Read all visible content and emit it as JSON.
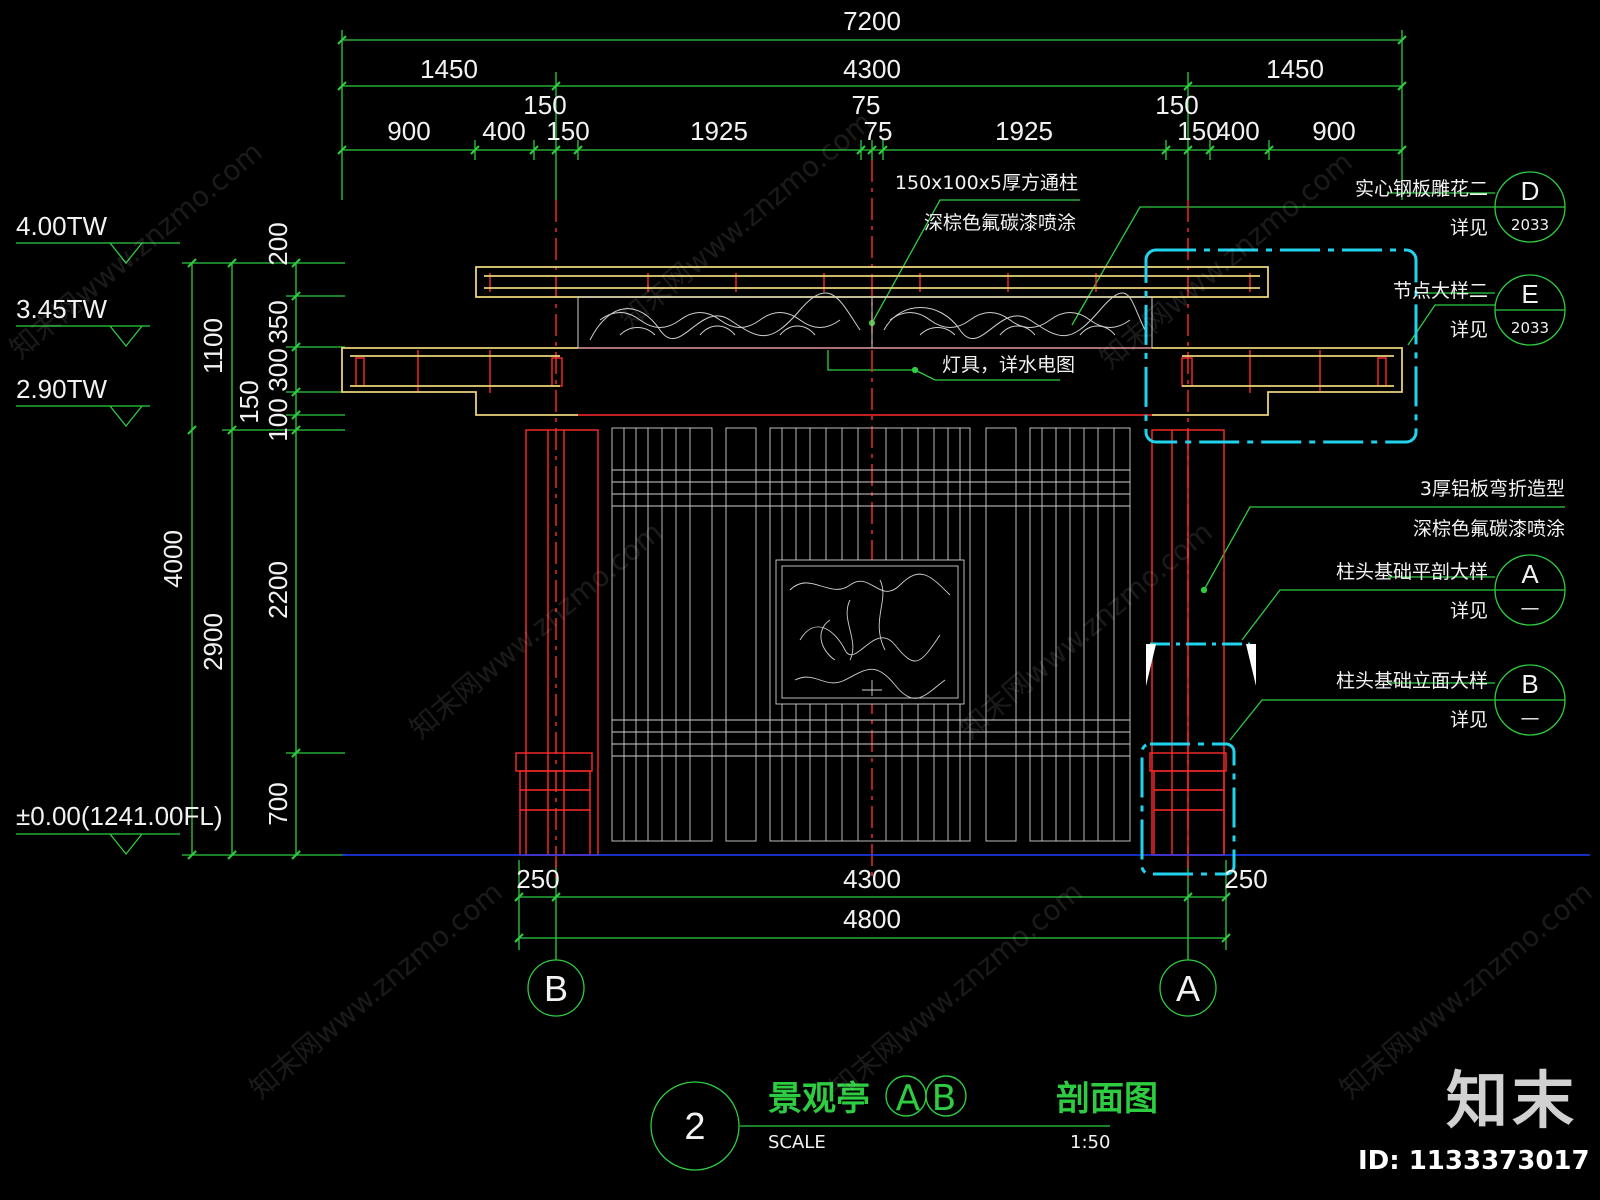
{
  "overall_width": "7200",
  "top_spans": [
    "1450",
    "4300",
    "1450"
  ],
  "detail_spans": [
    "900",
    "400",
    "150",
    "1925",
    "75",
    "1925",
    "150",
    "400",
    "900"
  ],
  "upper_small": [
    "150",
    "75",
    "150"
  ],
  "bottom_spans": [
    "250",
    "4300",
    "250"
  ],
  "bottom_total": "4800",
  "elevations": [
    "4.00TW",
    "3.45TW",
    "2.90TW",
    "±0.00(1241.00FL)"
  ],
  "left_dims_outer": [
    "1100",
    "4000",
    "2900"
  ],
  "left_dims_inner": [
    "200",
    "350",
    "300",
    "150",
    "100",
    "2200",
    "700"
  ],
  "annotations": {
    "column_spec": "150x100x5厚方通柱",
    "column_finish": "深棕色氟碳漆喷涂",
    "lamp_note": "灯具，详水电图",
    "aluminum_spec": "3厚铝板弯折造型",
    "aluminum_finish": "深棕色氟碳漆喷涂"
  },
  "callouts": [
    {
      "text": "实心钢板雕花二",
      "see": "详见",
      "letter": "D",
      "sheet": "2033"
    },
    {
      "text": "节点大样二",
      "see": "详见",
      "letter": "E",
      "sheet": "2033"
    },
    {
      "text": "柱头基础平剖大样",
      "see": "详见",
      "letter": "A",
      "sheet": "—"
    },
    {
      "text": "柱头基础立面大样",
      "see": "详见",
      "letter": "B",
      "sheet": "—"
    }
  ],
  "axes": [
    "B",
    "A"
  ],
  "title": {
    "number": "2",
    "name_a": "景观亭",
    "letters": "A  B",
    "name_b": "剖面图",
    "scale_label": "SCALE",
    "scale_value": "1:50"
  },
  "watermark": "知末网www.znzmo.com",
  "brand": "知末",
  "id_label": "ID: 1133373017",
  "colors": {
    "dim": "#2ecc40",
    "structure": "#ff2a2a",
    "beam": "#e8d27a",
    "callout": "#22d3ee",
    "ground": "#1f3fff",
    "text": "#f2f2f2"
  }
}
